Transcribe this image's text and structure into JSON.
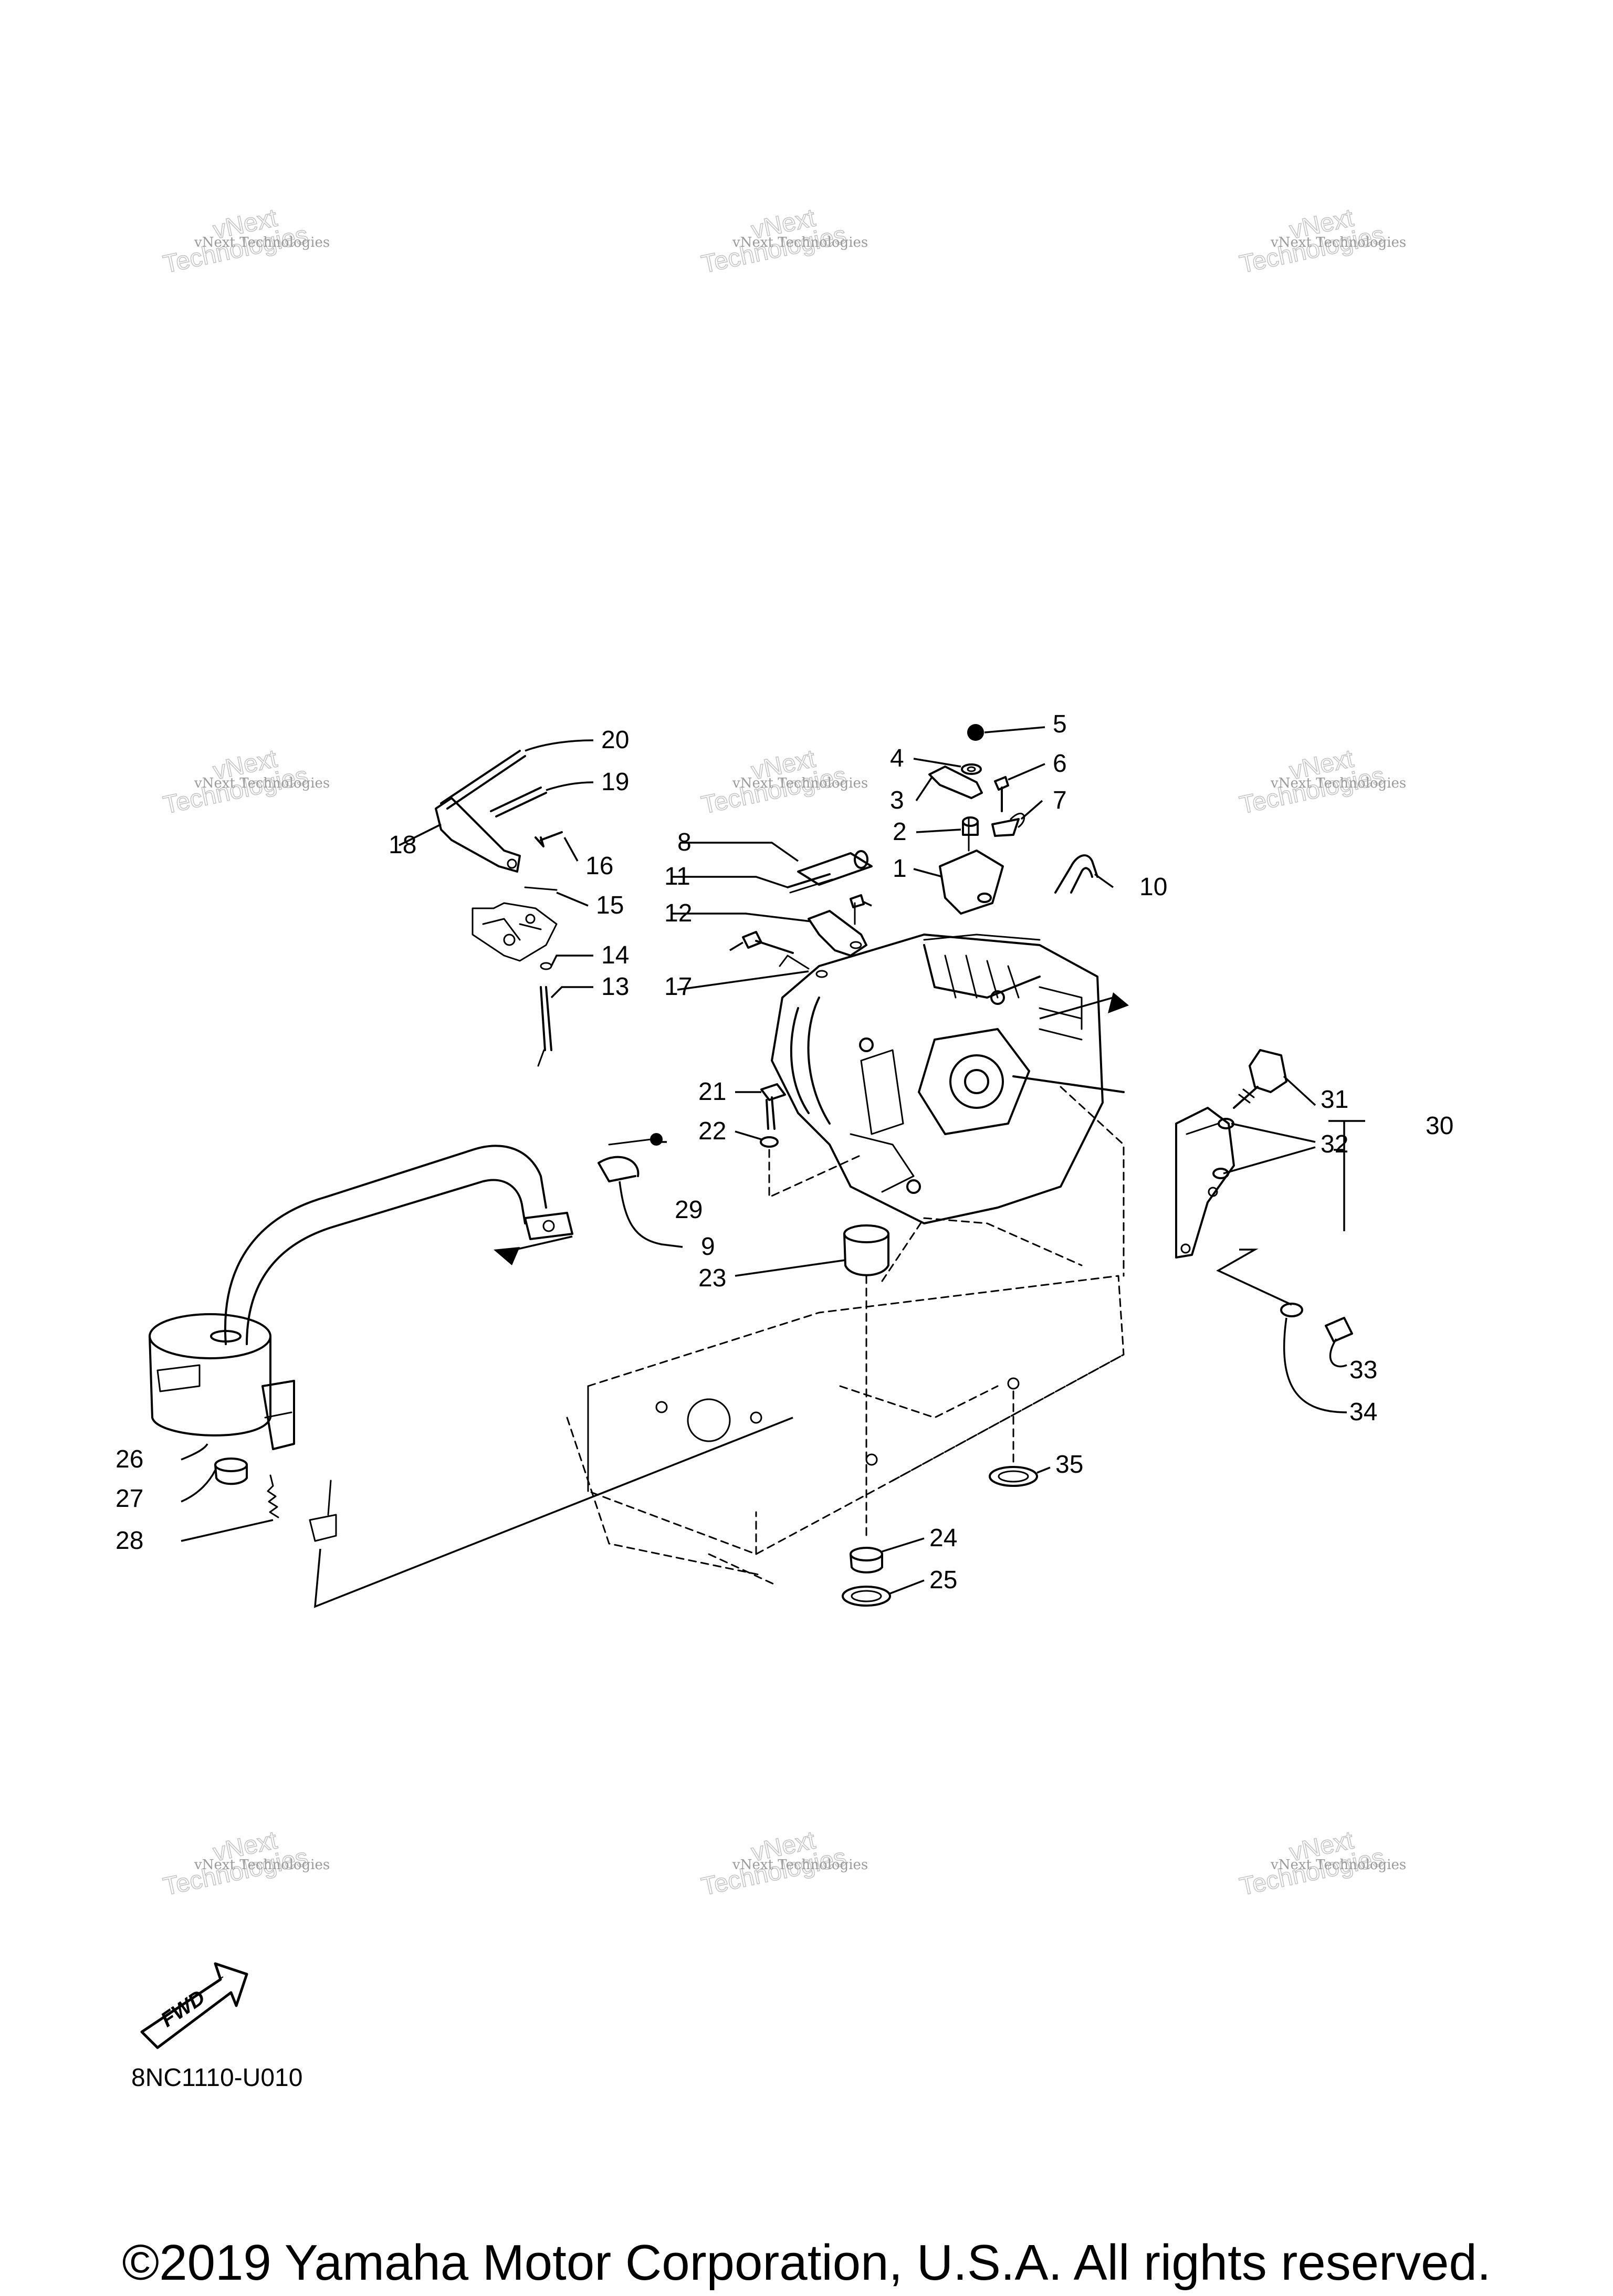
{
  "watermark": {
    "line1": "vNext Technologies",
    "line2": "vNext",
    "line3": "Technologies"
  },
  "callouts": [
    "1",
    "2",
    "3",
    "4",
    "5",
    "6",
    "7",
    "8",
    "9",
    "10",
    "11",
    "12",
    "13",
    "14",
    "15",
    "16",
    "17",
    "18",
    "19",
    "20",
    "21",
    "22",
    "23",
    "24",
    "25",
    "26",
    "27",
    "28",
    "29",
    "30",
    "31",
    "32",
    "33",
    "34",
    "35"
  ],
  "fwd_badge": "FWD",
  "diagram_code": "8NC1110-U010",
  "copyright": "©2019 Yamaha Motor Corporation, U.S.A. All rights reserved."
}
